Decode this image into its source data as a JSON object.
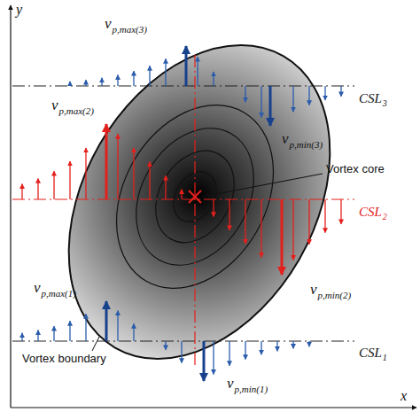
{
  "diagram": {
    "labels": [
      "y",
      "x",
      "v",
      "p,max(3)",
      "CSL",
      "3",
      "v",
      "p,min(3)",
      "Vortex core",
      "v",
      "p,max(2)",
      "CSL",
      "2",
      "v",
      "p,min(2)",
      "v",
      "p,max(1)",
      "v",
      "p,min(1)",
      "CSL",
      "1",
      "Vortex boundary"
    ]
  }
}
